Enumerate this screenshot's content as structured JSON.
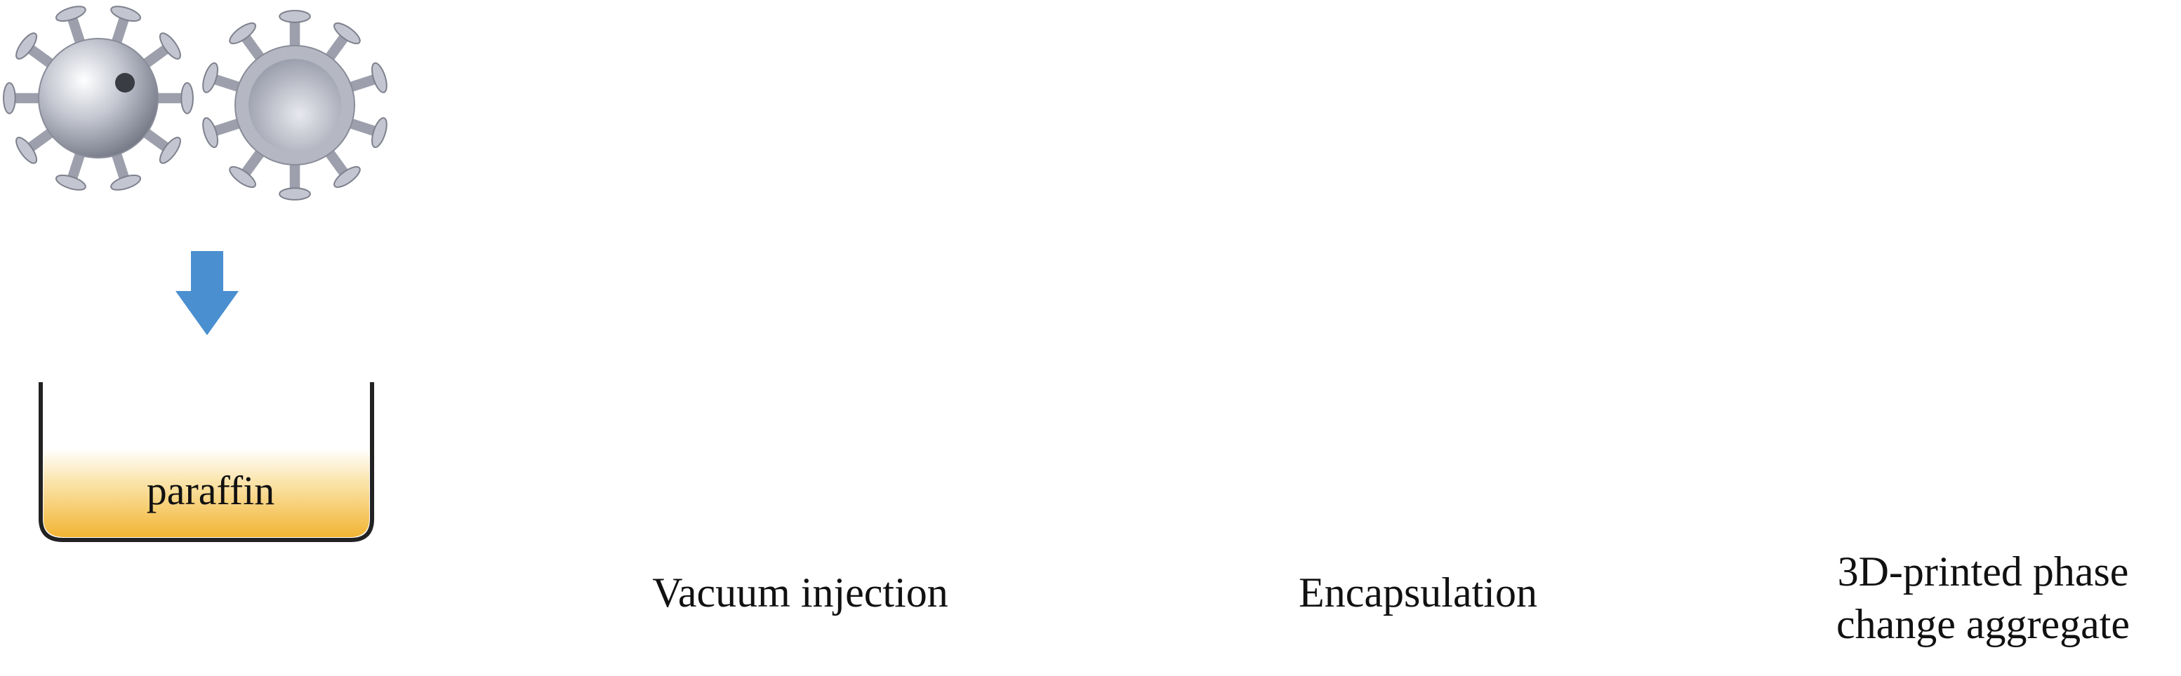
{
  "labels": {
    "paraffin": "paraffin",
    "vacuum_injection": "Vacuum injection",
    "encapsulation": "Encapsulation",
    "aggregate_line1": "3D-printed phase",
    "aggregate_line2": "change aggregate"
  },
  "colors": {
    "arrow": "#4a8fd0",
    "shell_silver": "#b9bcc6",
    "shell_interior": "#c9cbd6",
    "paraffin_top": "#ffffff",
    "paraffin_bottom": "#f3b93d",
    "tube": "#e0a41a",
    "bottle": "#4cbcb5",
    "droplet": "#2c8fd9",
    "core": "#d6c08a",
    "patch": "#1f50c8",
    "outline": "#222222"
  }
}
